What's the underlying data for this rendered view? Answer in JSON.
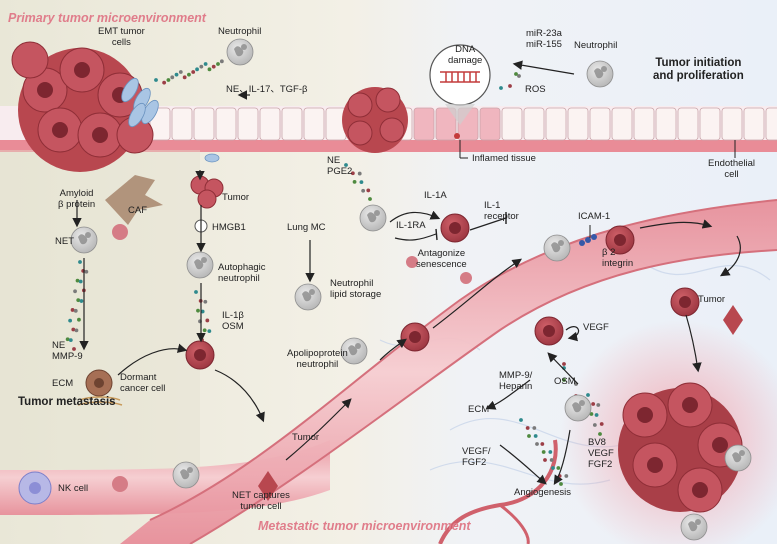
{
  "titles": {
    "primary": "Primary tumor microenvironment",
    "metastatic": "Metastatic  tumor microenvironment",
    "initiation": "Tumor initiation\nand proliferation",
    "metastasis": "Tumor metastasis"
  },
  "labels": {
    "emt": "EMT tumor\ncells",
    "neutrophil_top": "Neutrophil",
    "ne_il17": "NE、IL-17、TGF-β",
    "caf": "CAF",
    "tumor_1": "Tumor",
    "hmgb1": "HMGB1",
    "amyloid": "Amyloid\nβ protein",
    "net": "NET",
    "autophagic": "Autophagic\nneutrophil",
    "il1b_osm": "IL-1β\nOSM",
    "ne_mmp9": "NE\nMMP-9",
    "ecm_left": "ECM",
    "dormant": "Dormant\ncancer cell",
    "tumor_2": "Tumor",
    "nk_cell": "NK cell",
    "net_captures": "NET captures\ntumor cell",
    "dna_damage": "DNA\ndamage",
    "mir": "miR-23a\nmiR-155",
    "neutrophil_right": "Neutrophil",
    "ros": "ROS",
    "inflamed": "Inflamed tissue",
    "endothelial": "Endothelial\ncell",
    "ne_pge2": "NE\nPGE2",
    "il1a": "IL-1A",
    "il1ra": "IL-1RA",
    "il1_receptor": "IL-1\nreceptor",
    "antagonize": "Antagonize\nsenescence",
    "lung_mc": "Lung MC",
    "lipid": "Neutrophil\nlipid storage",
    "apolipo": "Apolipoprotein\nneutrophil",
    "icam1": "ICAM-1",
    "beta2": "β 2\nintegrin",
    "tumor_3": "Tumor",
    "vegf_top": "VEGF",
    "mmp9_heparin": "MMP-9/\nHeparin",
    "osm": "OSM",
    "ecm_right": "ECM",
    "vegf_fgf2": "VEGF/\nFGF2",
    "bv8": "BV8\nVEGF\nFGF2",
    "angiogenesis": "Angiogenesis"
  },
  "colors": {
    "tumor": "#b8474f",
    "tumor_dark": "#8f2e37",
    "vessel": "#f1b7bd",
    "neutrophil": "#c9c9c9",
    "title_pink": "#e07d8b",
    "left_bg": "#ecebdd",
    "right_bg": "#eef2f8"
  }
}
